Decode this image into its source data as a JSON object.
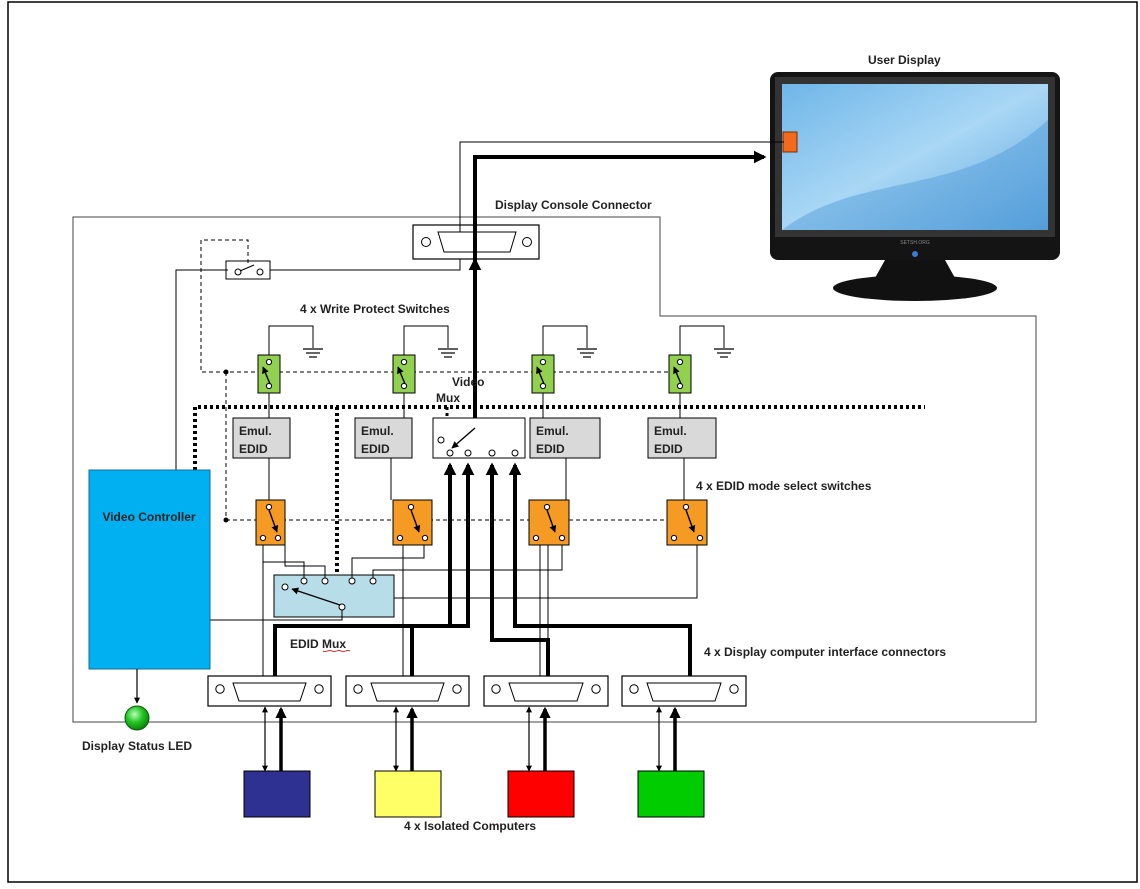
{
  "labels": {
    "user_display": "User Display",
    "console_connector": "Display Console Connector",
    "write_protect": "4 x Write Protect Switches",
    "video_mux_1": "Video",
    "video_mux_2": "Mux",
    "edid_mode": "4 x EDID mode select switches",
    "video_controller": "Video Controller",
    "edid_mux": "EDID Mux",
    "interface_connectors": "4 x Display computer interface connectors",
    "status_led": "Display Status LED",
    "isolated_computers": "4 x Isolated Computers",
    "emul_line1": "Emul.",
    "emul_line2": "EDID",
    "monitor_brand": "SETSH.ORG"
  },
  "colors": {
    "video_controller": "#00b0f0",
    "write_protect_switch": "#92d050",
    "edid_select_switch": "#f59a23",
    "edid_mux_box": "#b7dde8",
    "emul_edid_box": "#d9d9d9",
    "led": "#22c322",
    "monitor_port": "#f26b1d",
    "computers": [
      "#2e3192",
      "#ffff66",
      "#ff0000",
      "#00cc00"
    ]
  },
  "computers": [
    {
      "color": "#2e3192"
    },
    {
      "color": "#ffff66"
    },
    {
      "color": "#ff0000"
    },
    {
      "color": "#00cc00"
    }
  ]
}
